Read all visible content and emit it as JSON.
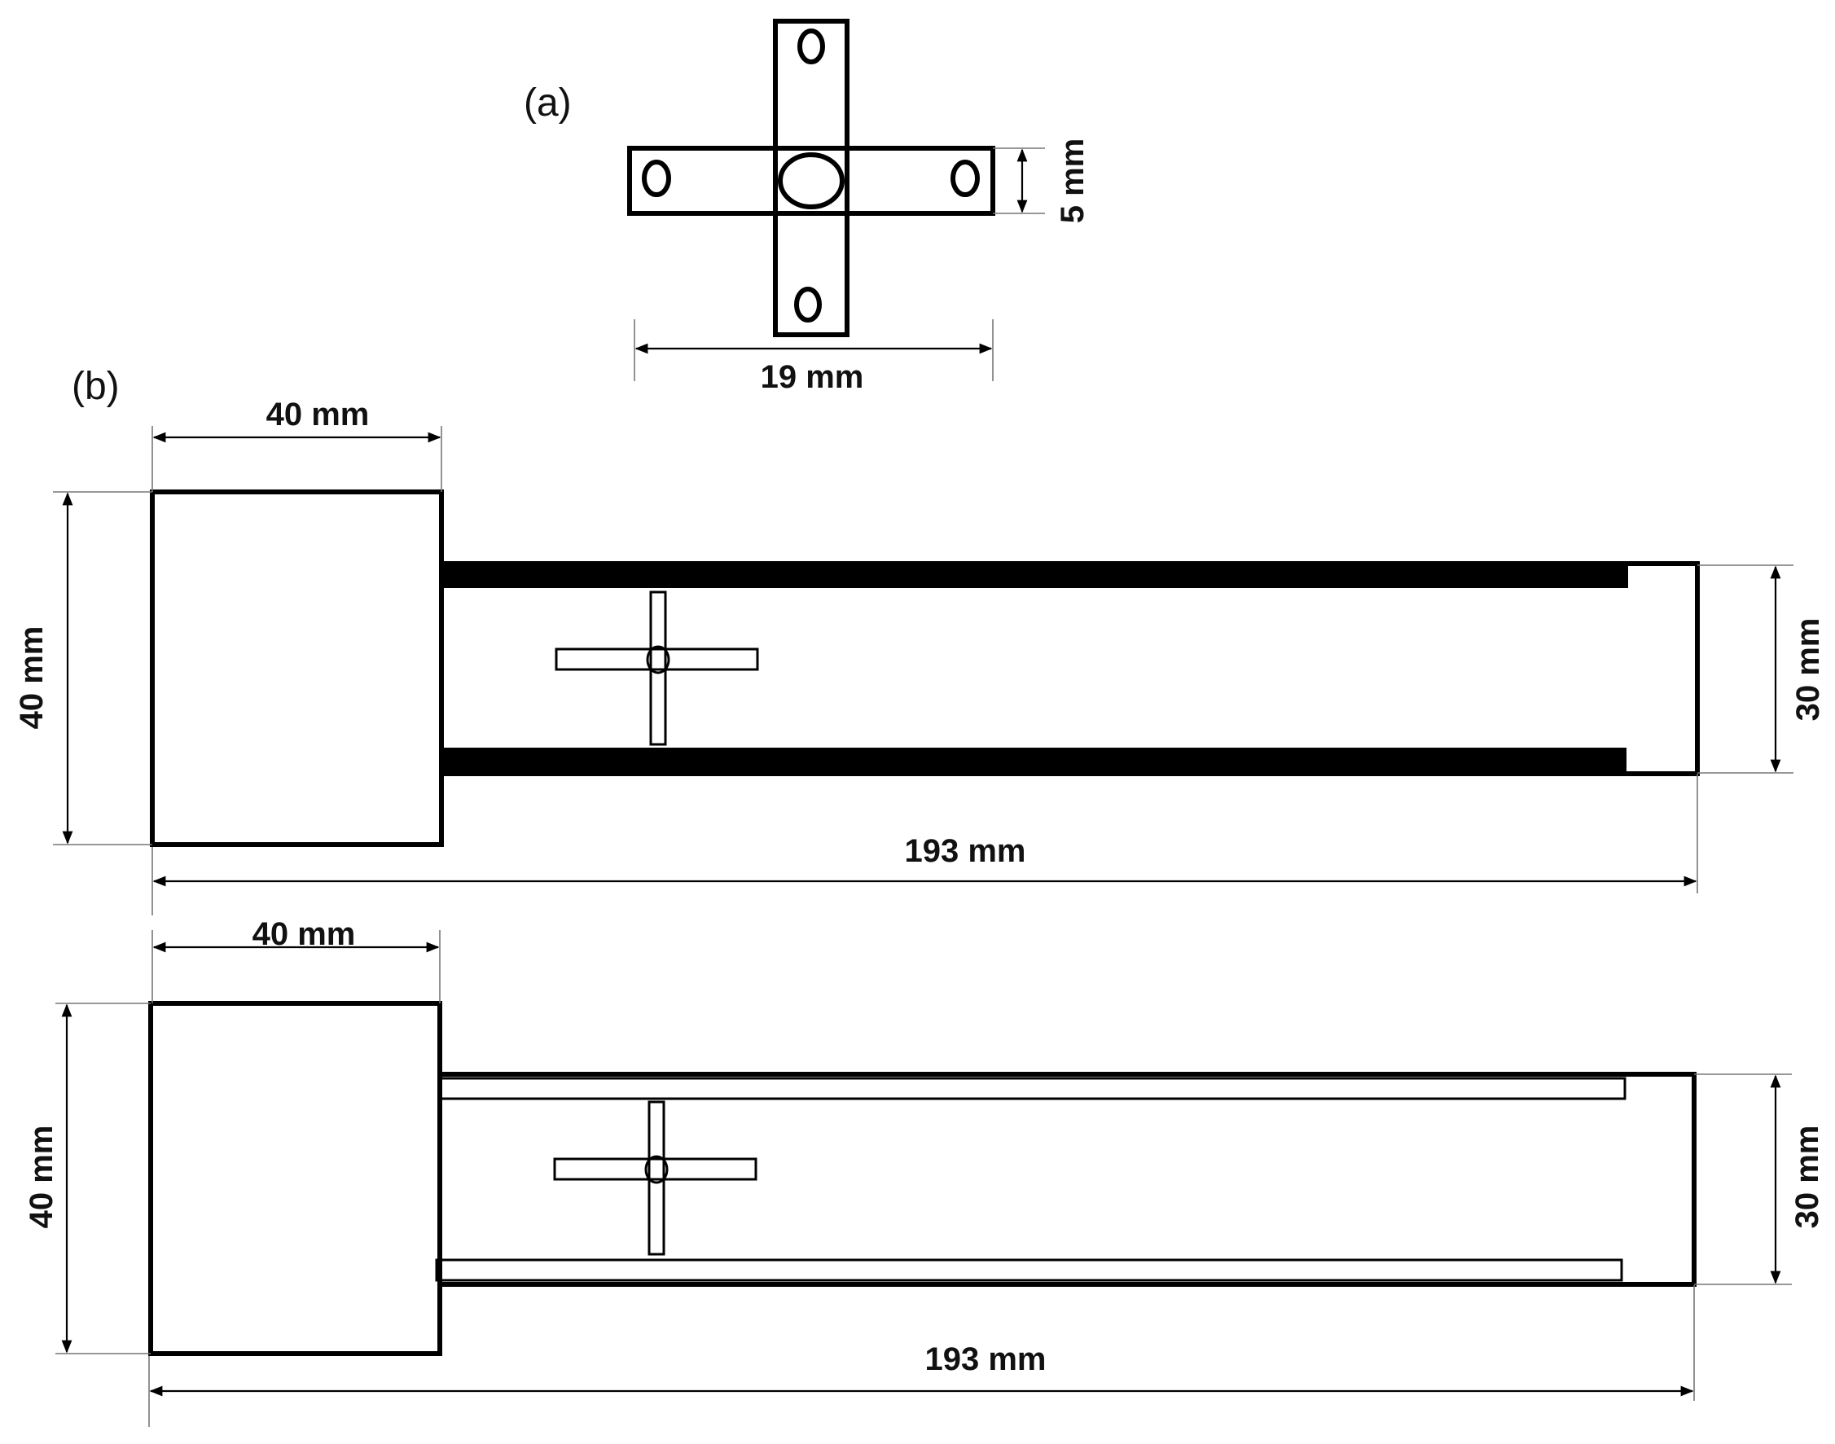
{
  "panels": {
    "a": "(a)",
    "b": "(b)"
  },
  "impeller": {
    "height_label": "5 mm",
    "width_label": "19 mm"
  },
  "top_device": {
    "head_width_label": "40 mm",
    "head_height_label": "40 mm",
    "channel_height_label": "30 mm",
    "total_length_label": "193 mm",
    "electrode_fill": "#000000"
  },
  "bottom_device": {
    "head_width_label": "40 mm",
    "head_height_label": "40 mm",
    "channel_height_label": "30 mm",
    "total_length_label": "193 mm",
    "electrode_fill": "#ffffff"
  }
}
